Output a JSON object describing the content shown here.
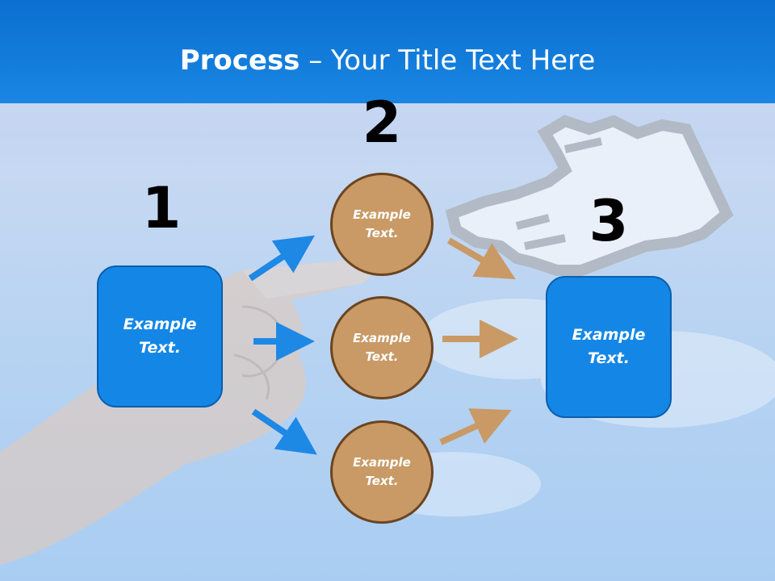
{
  "slide": {
    "title_bold": "Process",
    "title_rest": " – Your Title Text Here"
  },
  "steps": {
    "step1_number": "1",
    "step2_number": "2",
    "step3_number": "3"
  },
  "nodes": {
    "left_box": "Example Text.",
    "circle_top": "Example Text.",
    "circle_middle": "Example Text.",
    "circle_bottom": "Example Text.",
    "right_box": "Example Text."
  },
  "colors": {
    "header_blue": "#0a6fd0",
    "box_blue": "#1487e6",
    "circle_tan": "#c99a66",
    "arrow_blue": "#1e88e5",
    "arrow_tan": "#c99a66"
  },
  "icons": {
    "background_hand": "pointing-hand-photo",
    "cursor": "pixel-hand-cursor-icon"
  }
}
